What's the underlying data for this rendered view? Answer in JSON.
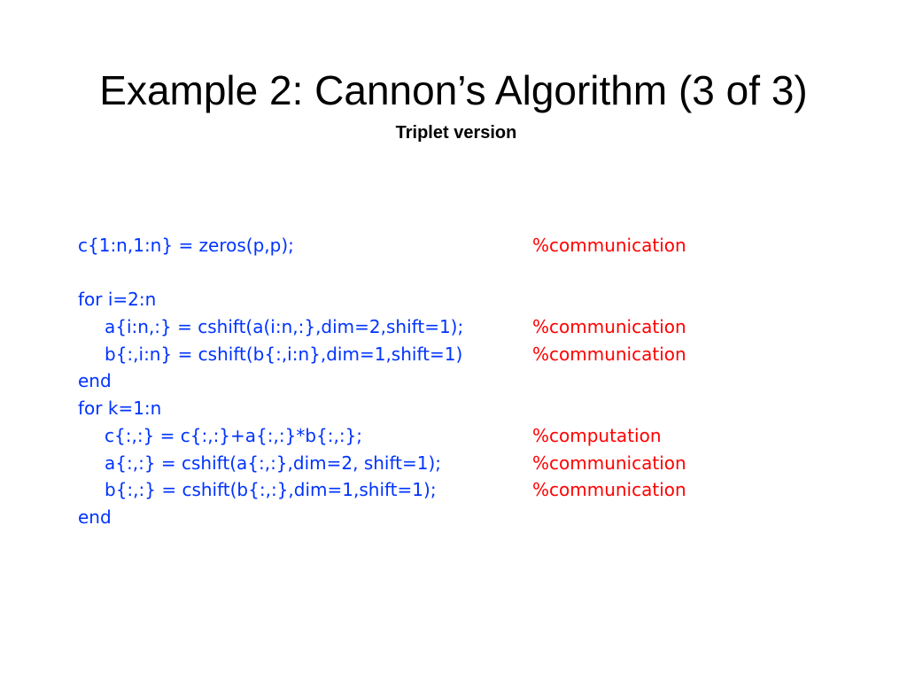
{
  "slide": {
    "title": "Example 2: Cannon’s Algorithm (3 of 3)",
    "subtitle": "Triplet version",
    "colors": {
      "code": "#0033ff",
      "comment": "#ff0000",
      "text": "#000000",
      "background": "#ffffff"
    },
    "code_lines": [
      {
        "code": "c{1:n,1:n} = zeros(p,p);",
        "comment": "%communication",
        "indent": false
      },
      {
        "code": "",
        "comment": "",
        "indent": false
      },
      {
        "code": "for i=2:n",
        "comment": "",
        "indent": false
      },
      {
        "code": "a{i:n,:} = cshift(a(i:n,:},dim=2,shift=1);",
        "comment": "%communication",
        "indent": true
      },
      {
        "code": "b{:,i:n} = cshift(b{:,i:n},dim=1,shift=1)",
        "comment": "%communication",
        "indent": true
      },
      {
        "code": "end",
        "comment": "",
        "indent": false
      },
      {
        "code": "for k=1:n",
        "comment": "",
        "indent": false
      },
      {
        "code": "c{:,:} = c{:,:}+a{:,:}*b{:,:};",
        "comment": "%computation",
        "indent": true
      },
      {
        "code": "a{:,:} = cshift(a{:,:},dim=2, shift=1);",
        "comment": "%communication",
        "indent": true
      },
      {
        "code": "b{:,:} = cshift(b{:,:},dim=1,shift=1);",
        "comment": "%communication",
        "indent": true
      },
      {
        "code": "end",
        "comment": "",
        "indent": false
      }
    ]
  }
}
